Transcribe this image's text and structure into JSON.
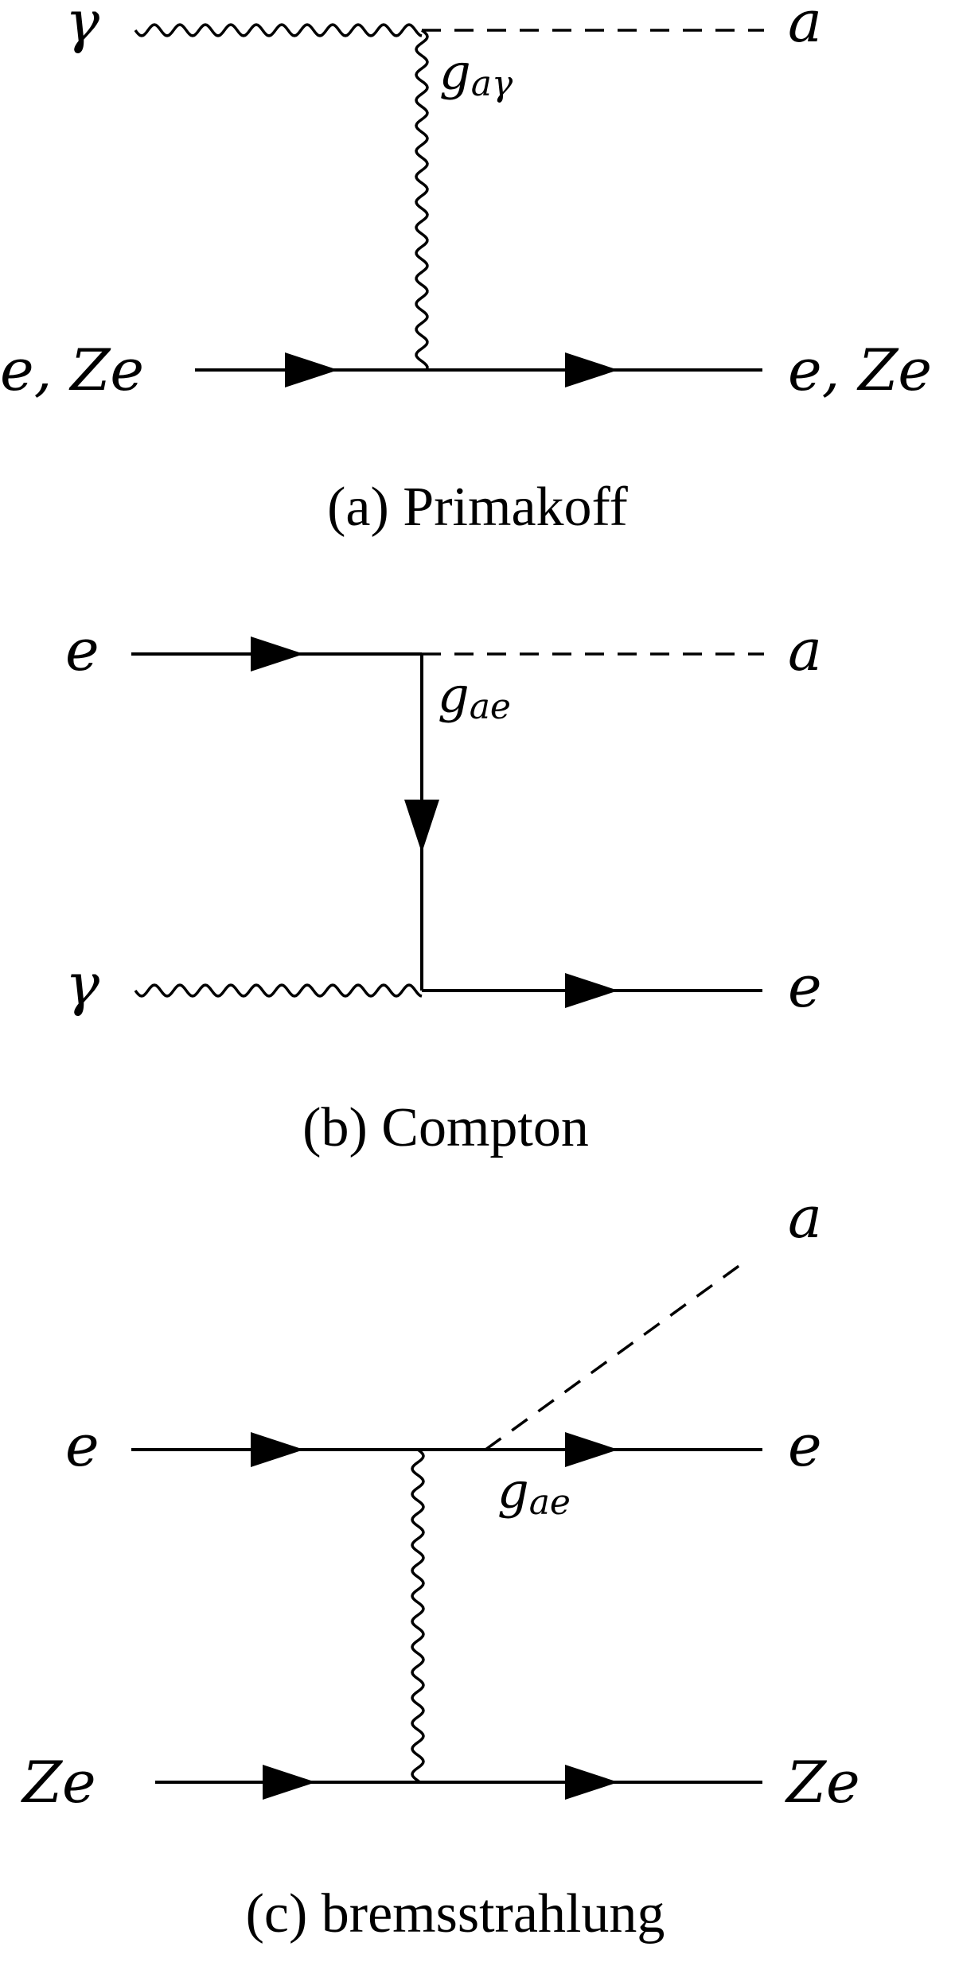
{
  "diagrams": [
    {
      "caption": "(a) Primakoff",
      "labels": {
        "in_top": "γ",
        "out_top": "a",
        "in_bottom": "e, Ze",
        "out_bottom": "e, Ze"
      },
      "coupling": {
        "g": "g",
        "sub": "aγ"
      }
    },
    {
      "caption": "(b) Compton",
      "labels": {
        "in_top": "e",
        "out_top": "a",
        "in_bottom": "γ",
        "out_bottom": "e"
      },
      "coupling": {
        "g": "g",
        "sub": "ae"
      }
    },
    {
      "caption": "(c) bremsstrahlung",
      "labels": {
        "out_axion": "a",
        "in_top": "e",
        "out_top": "e",
        "in_bottom": "Ze",
        "out_bottom": "Ze"
      },
      "coupling": {
        "g": "g",
        "sub": "ae"
      }
    }
  ]
}
